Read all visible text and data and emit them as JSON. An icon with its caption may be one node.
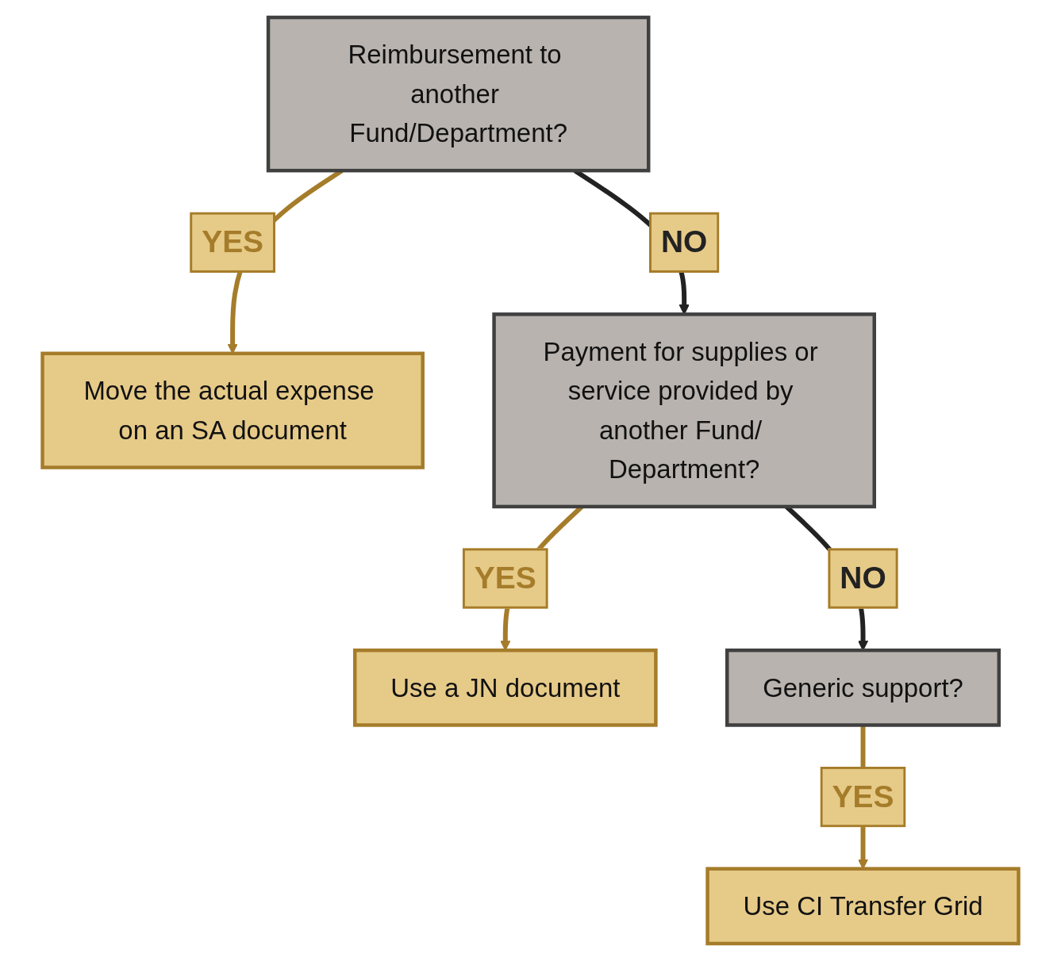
{
  "diagram": {
    "nodes": [
      {
        "text": [
          "Reimbursement to another Fund/Department?"
        ]
      },
      {
        "text": [
          "Move the actual expense on an SA document"
        ]
      },
      {
        "text": [
          "Payment for supplies or service provided by another Fund/ Department?"
        ]
      },
      {
        "text": [
          "Use a JN document"
        ]
      },
      {
        "text": [
          "Generic support?"
        ]
      },
      {
        "text": [
          "Use CI Transfer Grid"
        ]
      }
    ],
    "edges": [
      {
        "from": 0,
        "to": 1,
        "arrow": "to",
        "label": "YES"
      },
      {
        "from": 0,
        "to": 2,
        "arrow": "to",
        "label": "NO",
        "color": "#222222"
      },
      {
        "from": 2,
        "to": 3,
        "arrow": "to",
        "label": "YES"
      },
      {
        "from": 2,
        "to": 4,
        "arrow": "to",
        "label": "NO",
        "color": "#222222"
      },
      {
        "from": 4,
        "to": 5,
        "arrow": "to",
        "label": "YES"
      }
    ]
  }
}
